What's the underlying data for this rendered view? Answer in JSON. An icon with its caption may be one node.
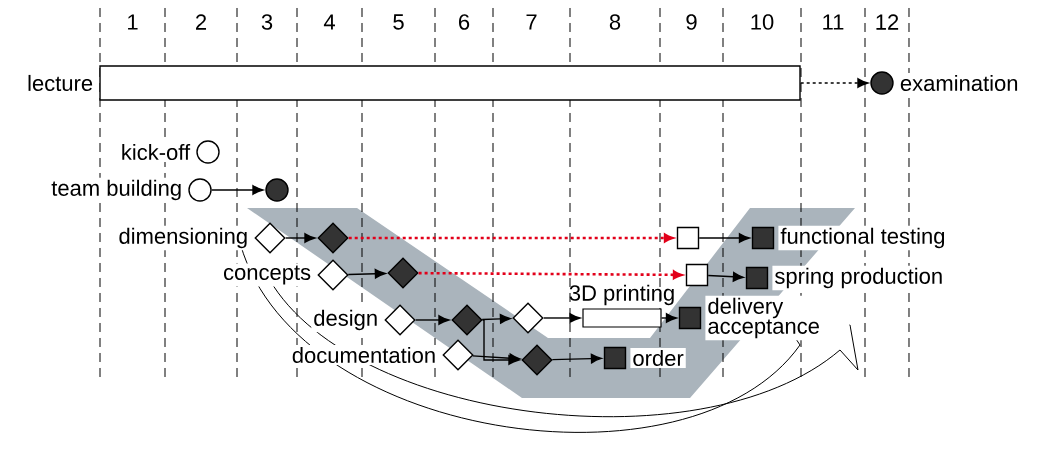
{
  "diagram": {
    "nodes": [
      {
        "text": [],
        "shape": "bar",
        "beside": [
          "lecture"
        ]
      },
      {
        "text": [],
        "shape": "circle",
        "beside": [
          "examination"
        ]
      },
      {
        "text": [],
        "shape": "circle",
        "beside": [
          "kick-off"
        ]
      },
      {
        "text": [],
        "shape": "circle",
        "beside": [
          "team building"
        ]
      },
      {
        "text": [],
        "shape": "circle"
      },
      {
        "text": [],
        "shape": "diamond",
        "beside": [
          "dimensioning"
        ]
      },
      {
        "text": [],
        "shape": "diamond"
      },
      {
        "text": [],
        "shape": "box"
      },
      {
        "text": [],
        "shape": "box",
        "beside": [
          "functional testing"
        ]
      },
      {
        "text": [],
        "shape": "diamond",
        "beside": [
          "concepts"
        ]
      },
      {
        "text": [],
        "shape": "diamond"
      },
      {
        "text": [],
        "shape": "box"
      },
      {
        "text": [],
        "shape": "box",
        "beside": [
          "spring production"
        ]
      },
      {
        "text": [],
        "shape": "diamond",
        "beside": [
          "design"
        ]
      },
      {
        "text": [],
        "shape": "diamond"
      },
      {
        "text": [],
        "shape": "diamond"
      },
      {
        "text": [
          "3D printing"
        ]
      },
      {
        "text": [],
        "shape": "box",
        "beside": [
          "delivery acceptance"
        ]
      },
      {
        "text": [],
        "shape": "diamond",
        "beside": [
          "documentation"
        ]
      },
      {
        "text": [],
        "shape": "diamond"
      },
      {
        "text": [],
        "shape": "box",
        "beside": [
          "order"
        ]
      }
    ],
    "edges": [
      {
        "from": 0,
        "to": 1,
        "arrow": "to",
        "style": "dashed"
      },
      {
        "from": 3,
        "to": 4,
        "arrow": "to"
      },
      {
        "from": 5,
        "to": 6,
        "arrow": "to"
      },
      {
        "from": 6,
        "to": 7,
        "arrow": "to",
        "style": "dashed",
        "color": "#e2001a"
      },
      {
        "from": 7,
        "to": 8,
        "arrow": "to"
      },
      {
        "from": 9,
        "to": 10,
        "arrow": "to"
      },
      {
        "from": 10,
        "to": 11,
        "arrow": "to",
        "style": "dashed",
        "color": "#e2001a"
      },
      {
        "from": 11,
        "to": 12,
        "arrow": "to"
      },
      {
        "from": 13,
        "to": 14,
        "arrow": "to"
      },
      {
        "from": 14,
        "to": 15,
        "arrow": "to"
      },
      {
        "from": 15,
        "to": 16,
        "arrow": "to"
      },
      {
        "from": 16,
        "to": 17,
        "arrow": "to"
      },
      {
        "from": 18,
        "to": 19,
        "arrow": "to"
      },
      {
        "from": 14,
        "to": 19,
        "arrow": "to"
      },
      {
        "from": 19,
        "to": 20,
        "arrow": "to"
      }
    ],
    "labels": [
      "1",
      "2",
      "3",
      "4",
      "5",
      "6",
      "7",
      "8",
      "9",
      "10",
      "11",
      "12"
    ]
  }
}
